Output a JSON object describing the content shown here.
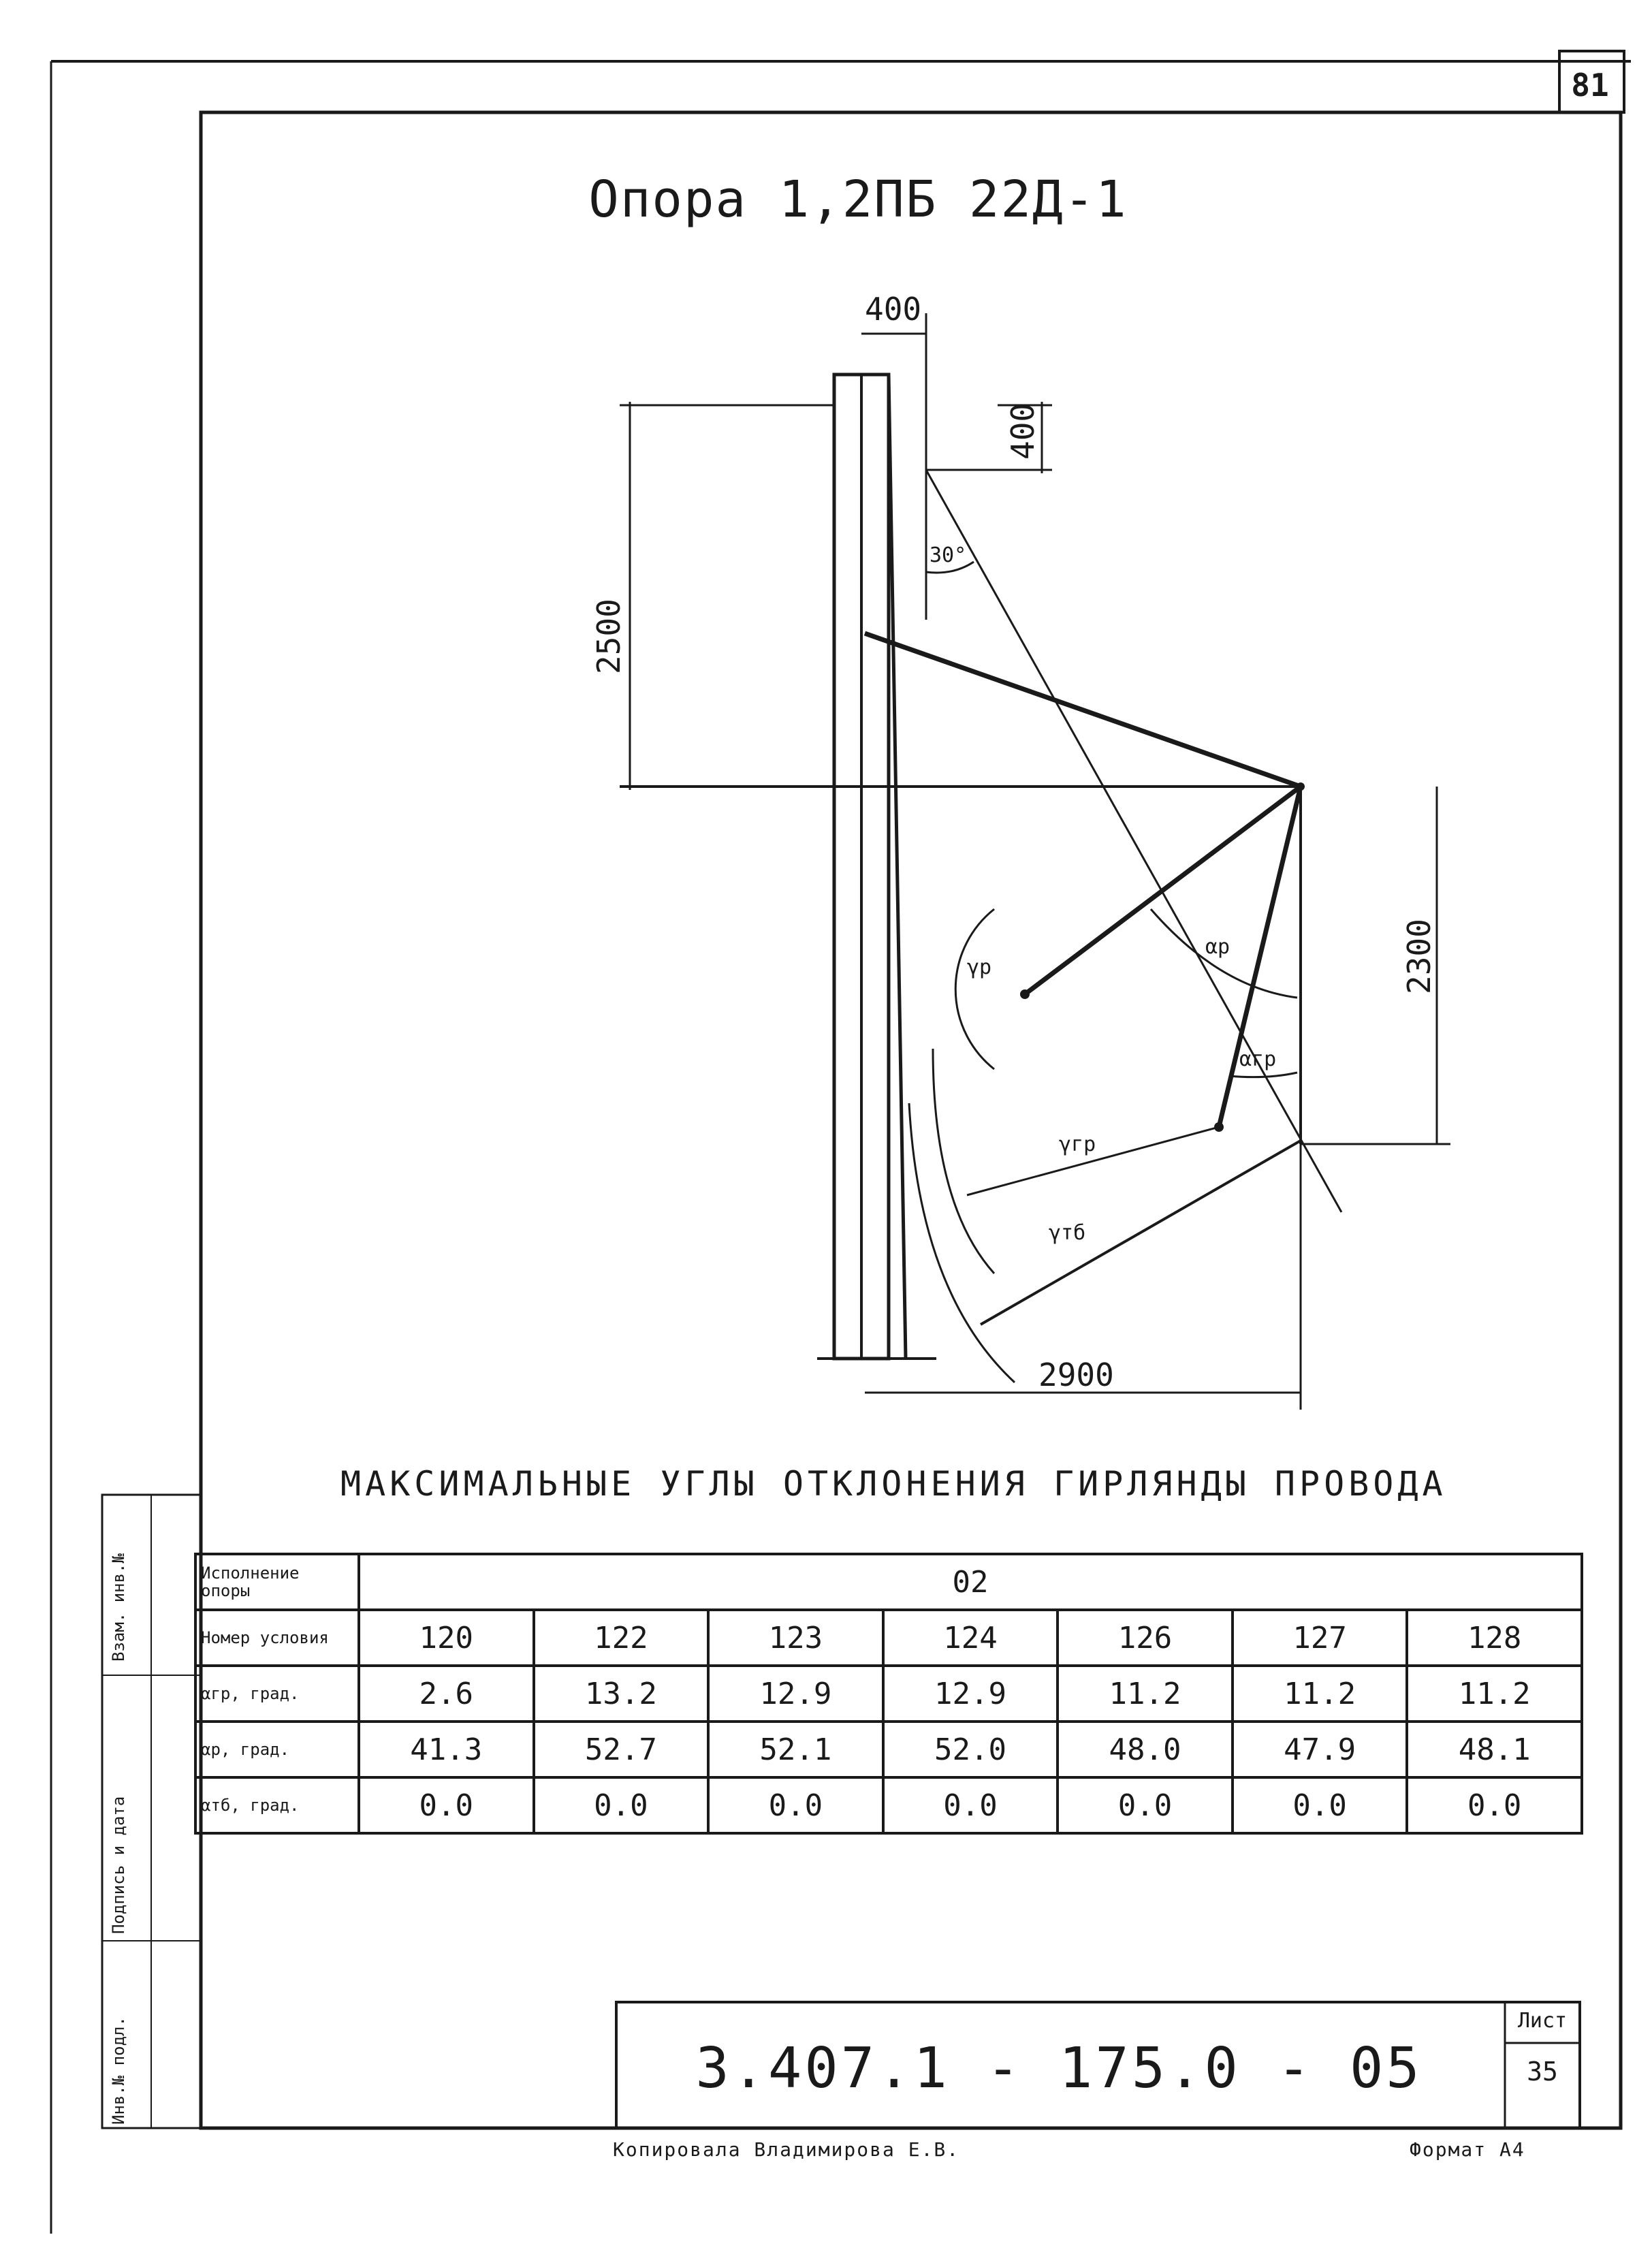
{
  "page_number": "81",
  "title": "Опора 1,2ПБ 22Д-1",
  "diagram": {
    "dims": {
      "top_width": "400",
      "top_offset": "400",
      "height_upper": "2500",
      "height_lower": "2300",
      "width_bottom": "2900",
      "angle": "30°"
    },
    "labels": {
      "gamma_r": "γр",
      "alpha_r": "αр",
      "alpha_gr": "αгр",
      "gamma_gr": "γгр",
      "gamma_tb": "γтб"
    }
  },
  "caption": "Максимальные углы отклонения гирлянды провода",
  "table": {
    "header_label": "Исполнение опоры",
    "header_value": "02",
    "rows": [
      {
        "label": "Номер условия",
        "values": [
          "120",
          "122",
          "123",
          "124",
          "126",
          "127",
          "128"
        ]
      },
      {
        "label": "αгр, град.",
        "values": [
          "2.6",
          "13.2",
          "12.9",
          "12.9",
          "11.2",
          "11.2",
          "11.2"
        ]
      },
      {
        "label": "αр, град.",
        "values": [
          "41.3",
          "52.7",
          "52.1",
          "52.0",
          "48.0",
          "47.9",
          "48.1"
        ]
      },
      {
        "label": "αтб, град.",
        "values": [
          "0.0",
          "0.0",
          "0.0",
          "0.0",
          "0.0",
          "0.0",
          "0.0"
        ]
      }
    ]
  },
  "stamp_columns": [
    "Инв.№ подл.",
    "Подпись и дата",
    "Взам. инв.№"
  ],
  "doc_number": "3.407.1 - 175.0 - 05",
  "sheet_label": "Лист",
  "sheet_number": "35",
  "copied_by": "Копировала Владимирова Е.В.",
  "format": "Формат А4"
}
